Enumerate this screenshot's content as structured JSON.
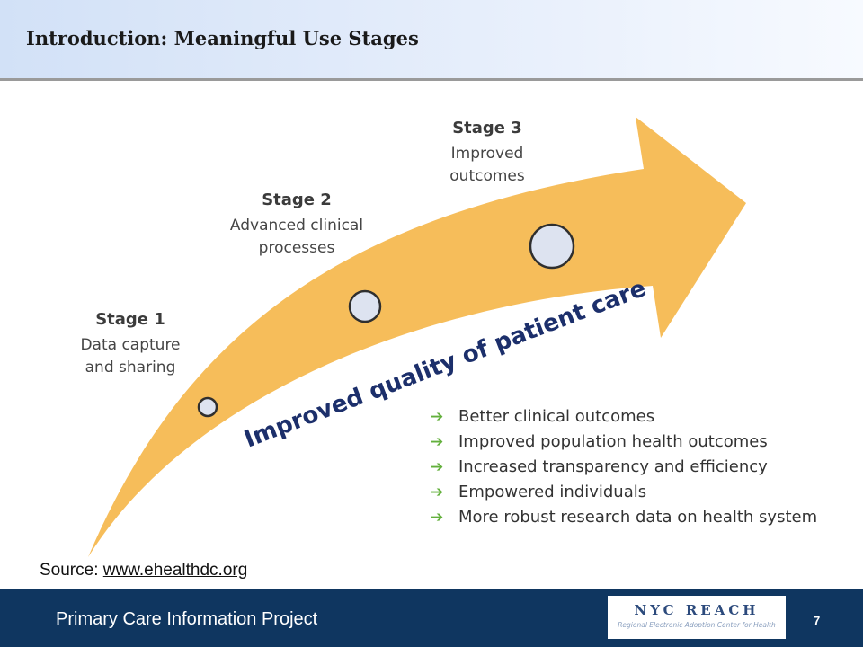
{
  "header": {
    "title": "Introduction: Meaningful Use Stages"
  },
  "diagram": {
    "arrow_label": "Improved quality of patient care",
    "stages": [
      {
        "title": "Stage 1",
        "desc": [
          "Data capture",
          "and sharing"
        ]
      },
      {
        "title": "Stage 2",
        "desc": [
          "Advanced clinical",
          "processes"
        ]
      },
      {
        "title": "Stage 3",
        "desc": [
          "Improved",
          "outcomes"
        ]
      }
    ],
    "bullets": [
      "Better clinical outcomes",
      "Improved population health outcomes",
      "Increased transparency and efficiency",
      "Empowered individuals",
      "More robust research data on health system"
    ],
    "colors": {
      "arrow": "#f6bd5a",
      "marker": "#dde3f0",
      "bullet_arrow": "#63b03c"
    }
  },
  "source": {
    "label": "Source:",
    "link": "www.ehealthdc.org"
  },
  "footer": {
    "text": "Primary Care Information Project",
    "logo_main": "NYC REACH",
    "logo_sub": "Regional Electronic Adoption Center for Health",
    "page_number": "7"
  }
}
